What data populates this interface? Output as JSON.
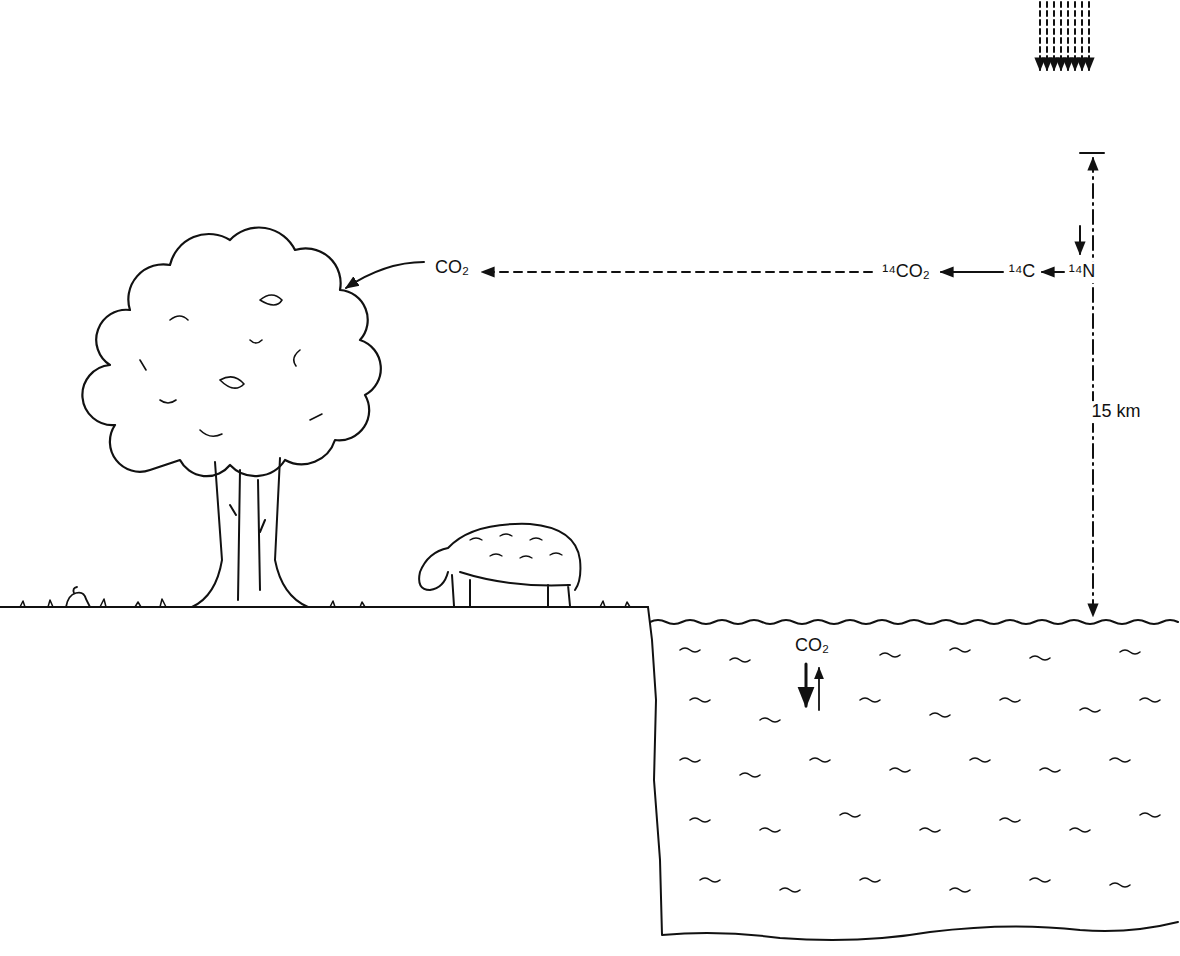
{
  "diagram": {
    "labels": [
      "CO₂",
      "¹⁴CO₂",
      "¹⁴C",
      "¹⁴N",
      "15 km",
      "CO₂"
    ]
  }
}
